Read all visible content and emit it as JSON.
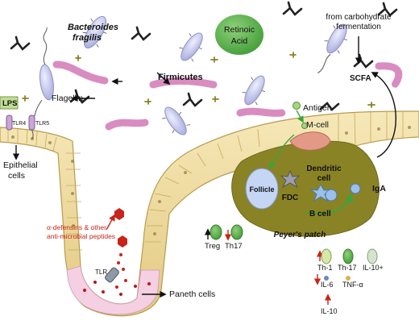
{
  "labels": {
    "bacteroides_line1": "Bacteroides",
    "bacteroides_line2": "fragilis",
    "retinoic_line1": "Retinoic",
    "retinoic_line2": "Acid",
    "carb_line1": "from carbohydrate",
    "carb_line2": "fermentation",
    "scfa": "SCFA",
    "firmicutes": "Firmicutes",
    "lps": "LPS",
    "tlr4": "TLR4",
    "tlr5": "TLR5",
    "flagellin": "Flagellin",
    "epithelial_line1": "Epithelial",
    "epithelial_line2": "cells",
    "antigen": "Antigen",
    "mcell": "M-cell",
    "follicle": "Follicle",
    "fdc": "FDC",
    "dendritic_line1": "Dendritic",
    "dendritic_line2": "cell",
    "bcell": "B cell",
    "iga": "IgA",
    "peyers": "Peyer's patch",
    "defensins_line1": "α-defensins & other",
    "defensins_line2": "anti-microbial peptides",
    "treg": "Treg",
    "th17_left": "Th17",
    "tlr": "TLR",
    "paneth": "Paneth cells",
    "th1": "Th-1",
    "th17": "Th-17",
    "il10plus": "IL-10+",
    "il6": "IL-6",
    "tnfa": "TNF-α",
    "il10": "IL-10"
  },
  "colors": {
    "lumen_bg": "#ffffff",
    "epithelium": "#eed99a",
    "peyers_patch": "#8a8326",
    "bacteria_purple": "#c7c8ec",
    "firmicutes_pink": "#d98cc0",
    "retinoic_green": "#58b447",
    "arrow_red": "#c8241a",
    "arrow_green": "#39a43a"
  }
}
